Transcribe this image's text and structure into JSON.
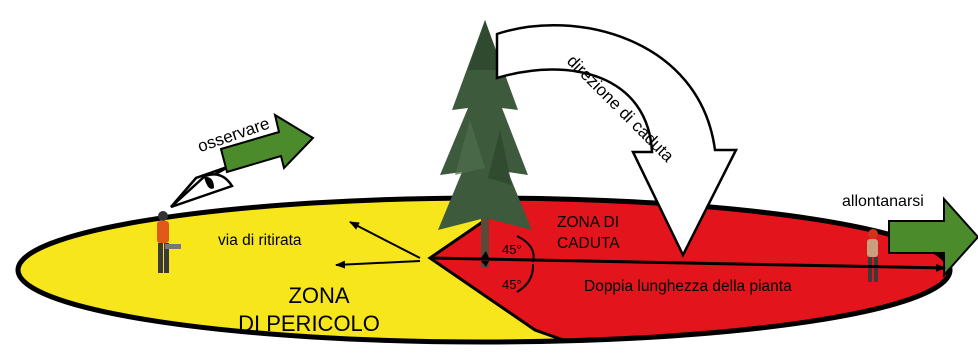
{
  "labels": {
    "observe": "osservare",
    "fall_direction": "direzione di caduta",
    "move_away": "allontanarsi",
    "escape_route": "via di ritirata",
    "danger_zone_line1": "ZONA",
    "danger_zone_line2": "DI PERICOLO",
    "fall_zone_line1": "ZONA DI",
    "fall_zone_line2": "CADUTA",
    "angle_upper": "45°",
    "angle_lower": "45°",
    "double_length": "Doppia lunghezza della pianta"
  },
  "colors": {
    "danger_zone": "#f6e61b",
    "fall_zone": "#e3141b",
    "arrow_green": "#4c8b2b",
    "outline": "#000000",
    "curved_arrow_fill": "#ffffff"
  },
  "icons": {
    "eye": "eye-icon",
    "tree": "tree-icon",
    "worker": "worker-icon"
  }
}
